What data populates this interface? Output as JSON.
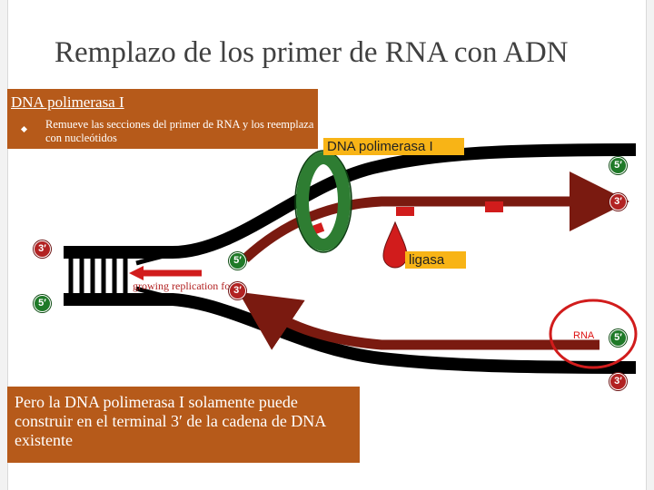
{
  "title": "Remplazo de los primer de RNA con ADN",
  "info_box": {
    "heading": "DNA polimerasa I",
    "bullet": "Remueve las secciones del primer de RNA y los reemplaza con nucleótidos"
  },
  "labels": {
    "polymerase": "DNA polimerasa I",
    "ligase": "ligasa",
    "rna": "RNA",
    "fork": "growing replication fork"
  },
  "badges": {
    "top_right_5": "5′",
    "top_right_3": "3′",
    "left_3": "3′",
    "left_5": "5′",
    "mid_5": "5′",
    "mid_3": "3′",
    "rna_5": "5′",
    "bottom_right_3": "3′"
  },
  "note": "Pero la DNA polimerasa I solamente puede construir en el terminal 3′ de la cadena de DNA existente",
  "colors": {
    "strand": "#000000",
    "new_strand": "#7a1a10",
    "rna_primer": "#d11c1c",
    "enzyme": "#2e7d32",
    "box": "#b65a1a",
    "label_bg": "#f8b416"
  }
}
